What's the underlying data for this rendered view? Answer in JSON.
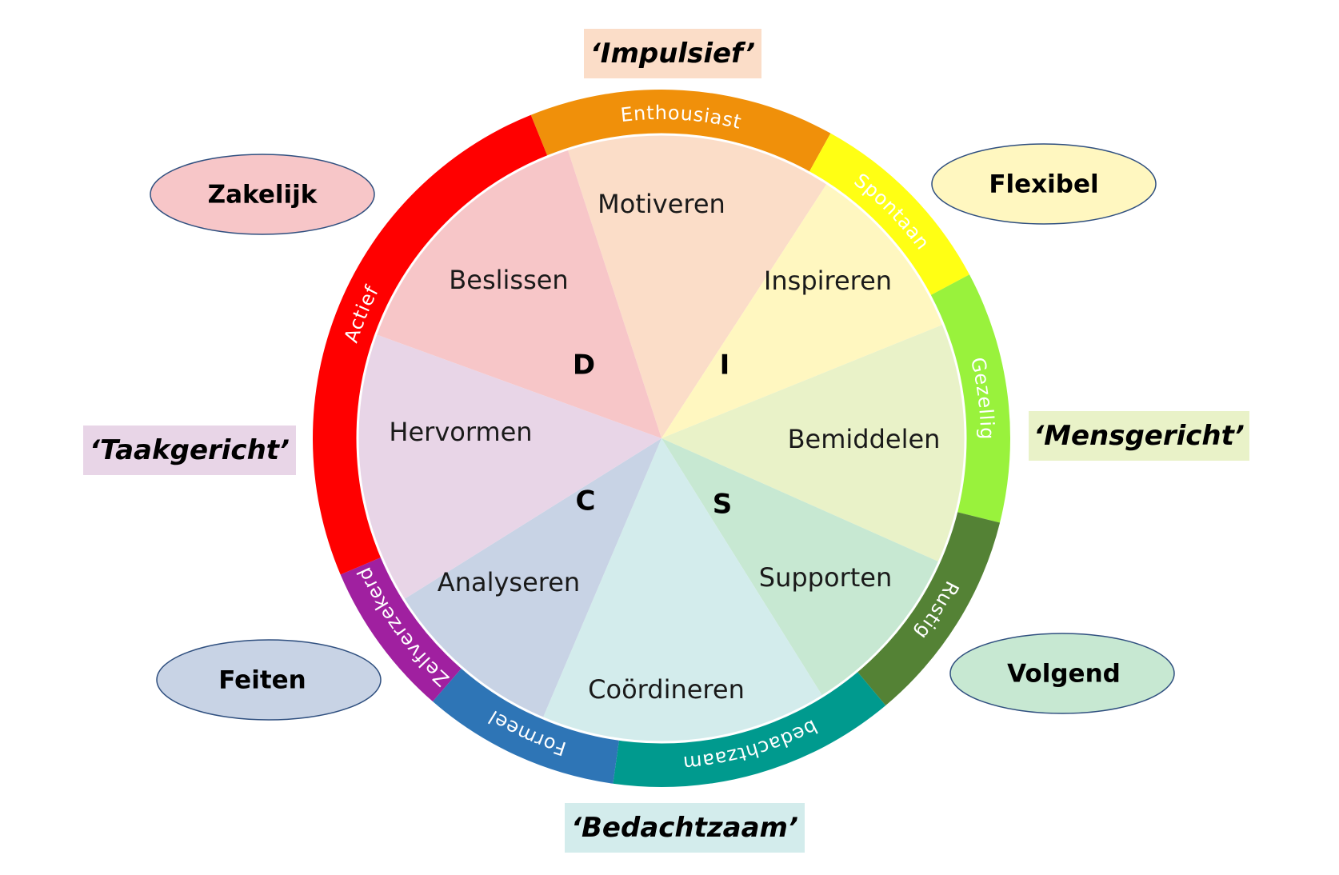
{
  "segments": [
    {
      "key": "motiveren",
      "label": "Motiveren",
      "color": "#FBDDC8"
    },
    {
      "key": "inspireren",
      "label": "Inspireren",
      "color": "#FFF7C0"
    },
    {
      "key": "bemiddelen",
      "label": "Bemiddelen",
      "color": "#E9F2C8"
    },
    {
      "key": "supporten",
      "label": "Supporten",
      "color": "#C7E8D2"
    },
    {
      "key": "coordineren",
      "label": "Coördineren",
      "color": "#D3ECEC"
    },
    {
      "key": "analyseren",
      "label": "Analyseren",
      "color": "#C8D3E5"
    },
    {
      "key": "hervormen",
      "label": "Hervormen",
      "color": "#E8D5E7"
    },
    {
      "key": "beslissen",
      "label": "Beslissen",
      "color": "#F7C6C8"
    }
  ],
  "ring": [
    {
      "key": "enthousiast",
      "label": "Enthousiast",
      "color": "#F0900A"
    },
    {
      "key": "spontaan",
      "label": "Spontaan",
      "color": "#FFFF14"
    },
    {
      "key": "gezellig",
      "label": "Gezellig",
      "color": "#99F23C"
    },
    {
      "key": "rustig",
      "label": "Rustig",
      "color": "#548235"
    },
    {
      "key": "bedachtzaam",
      "label": "bedachtzaam",
      "color": "#009A8E"
    },
    {
      "key": "formeel",
      "label": "Formeel",
      "color": "#2E75B6"
    },
    {
      "key": "zelfverzekerd",
      "label": "Zelfverzekerd",
      "color": "#A020A0"
    },
    {
      "key": "actief",
      "label": "Actief",
      "color": "#FF0000"
    }
  ],
  "letters": {
    "d": "D",
    "i": "I",
    "s": "S",
    "c": "C"
  },
  "ellipses": {
    "zakelijk": {
      "label": "Zakelijk",
      "color": "#F7C6C8"
    },
    "flexibel": {
      "label": "Flexibel",
      "color": "#FFF7C0"
    },
    "feiten": {
      "label": "Feiten",
      "color": "#C8D3E5"
    },
    "volgend": {
      "label": "Volgend",
      "color": "#C7E8D2"
    }
  },
  "boxes": {
    "impulsief": {
      "label": "‘Impulsief’",
      "color": "#FBDDC8"
    },
    "mensgericht": {
      "label": "‘Mensgericht’",
      "color": "#E9F2C8"
    },
    "bedachtzaam": {
      "label": "‘Bedachtzaam’",
      "color": "#D3ECEC"
    },
    "taakgericht": {
      "label": "‘Taakgericht’",
      "color": "#E8D5E7"
    }
  }
}
